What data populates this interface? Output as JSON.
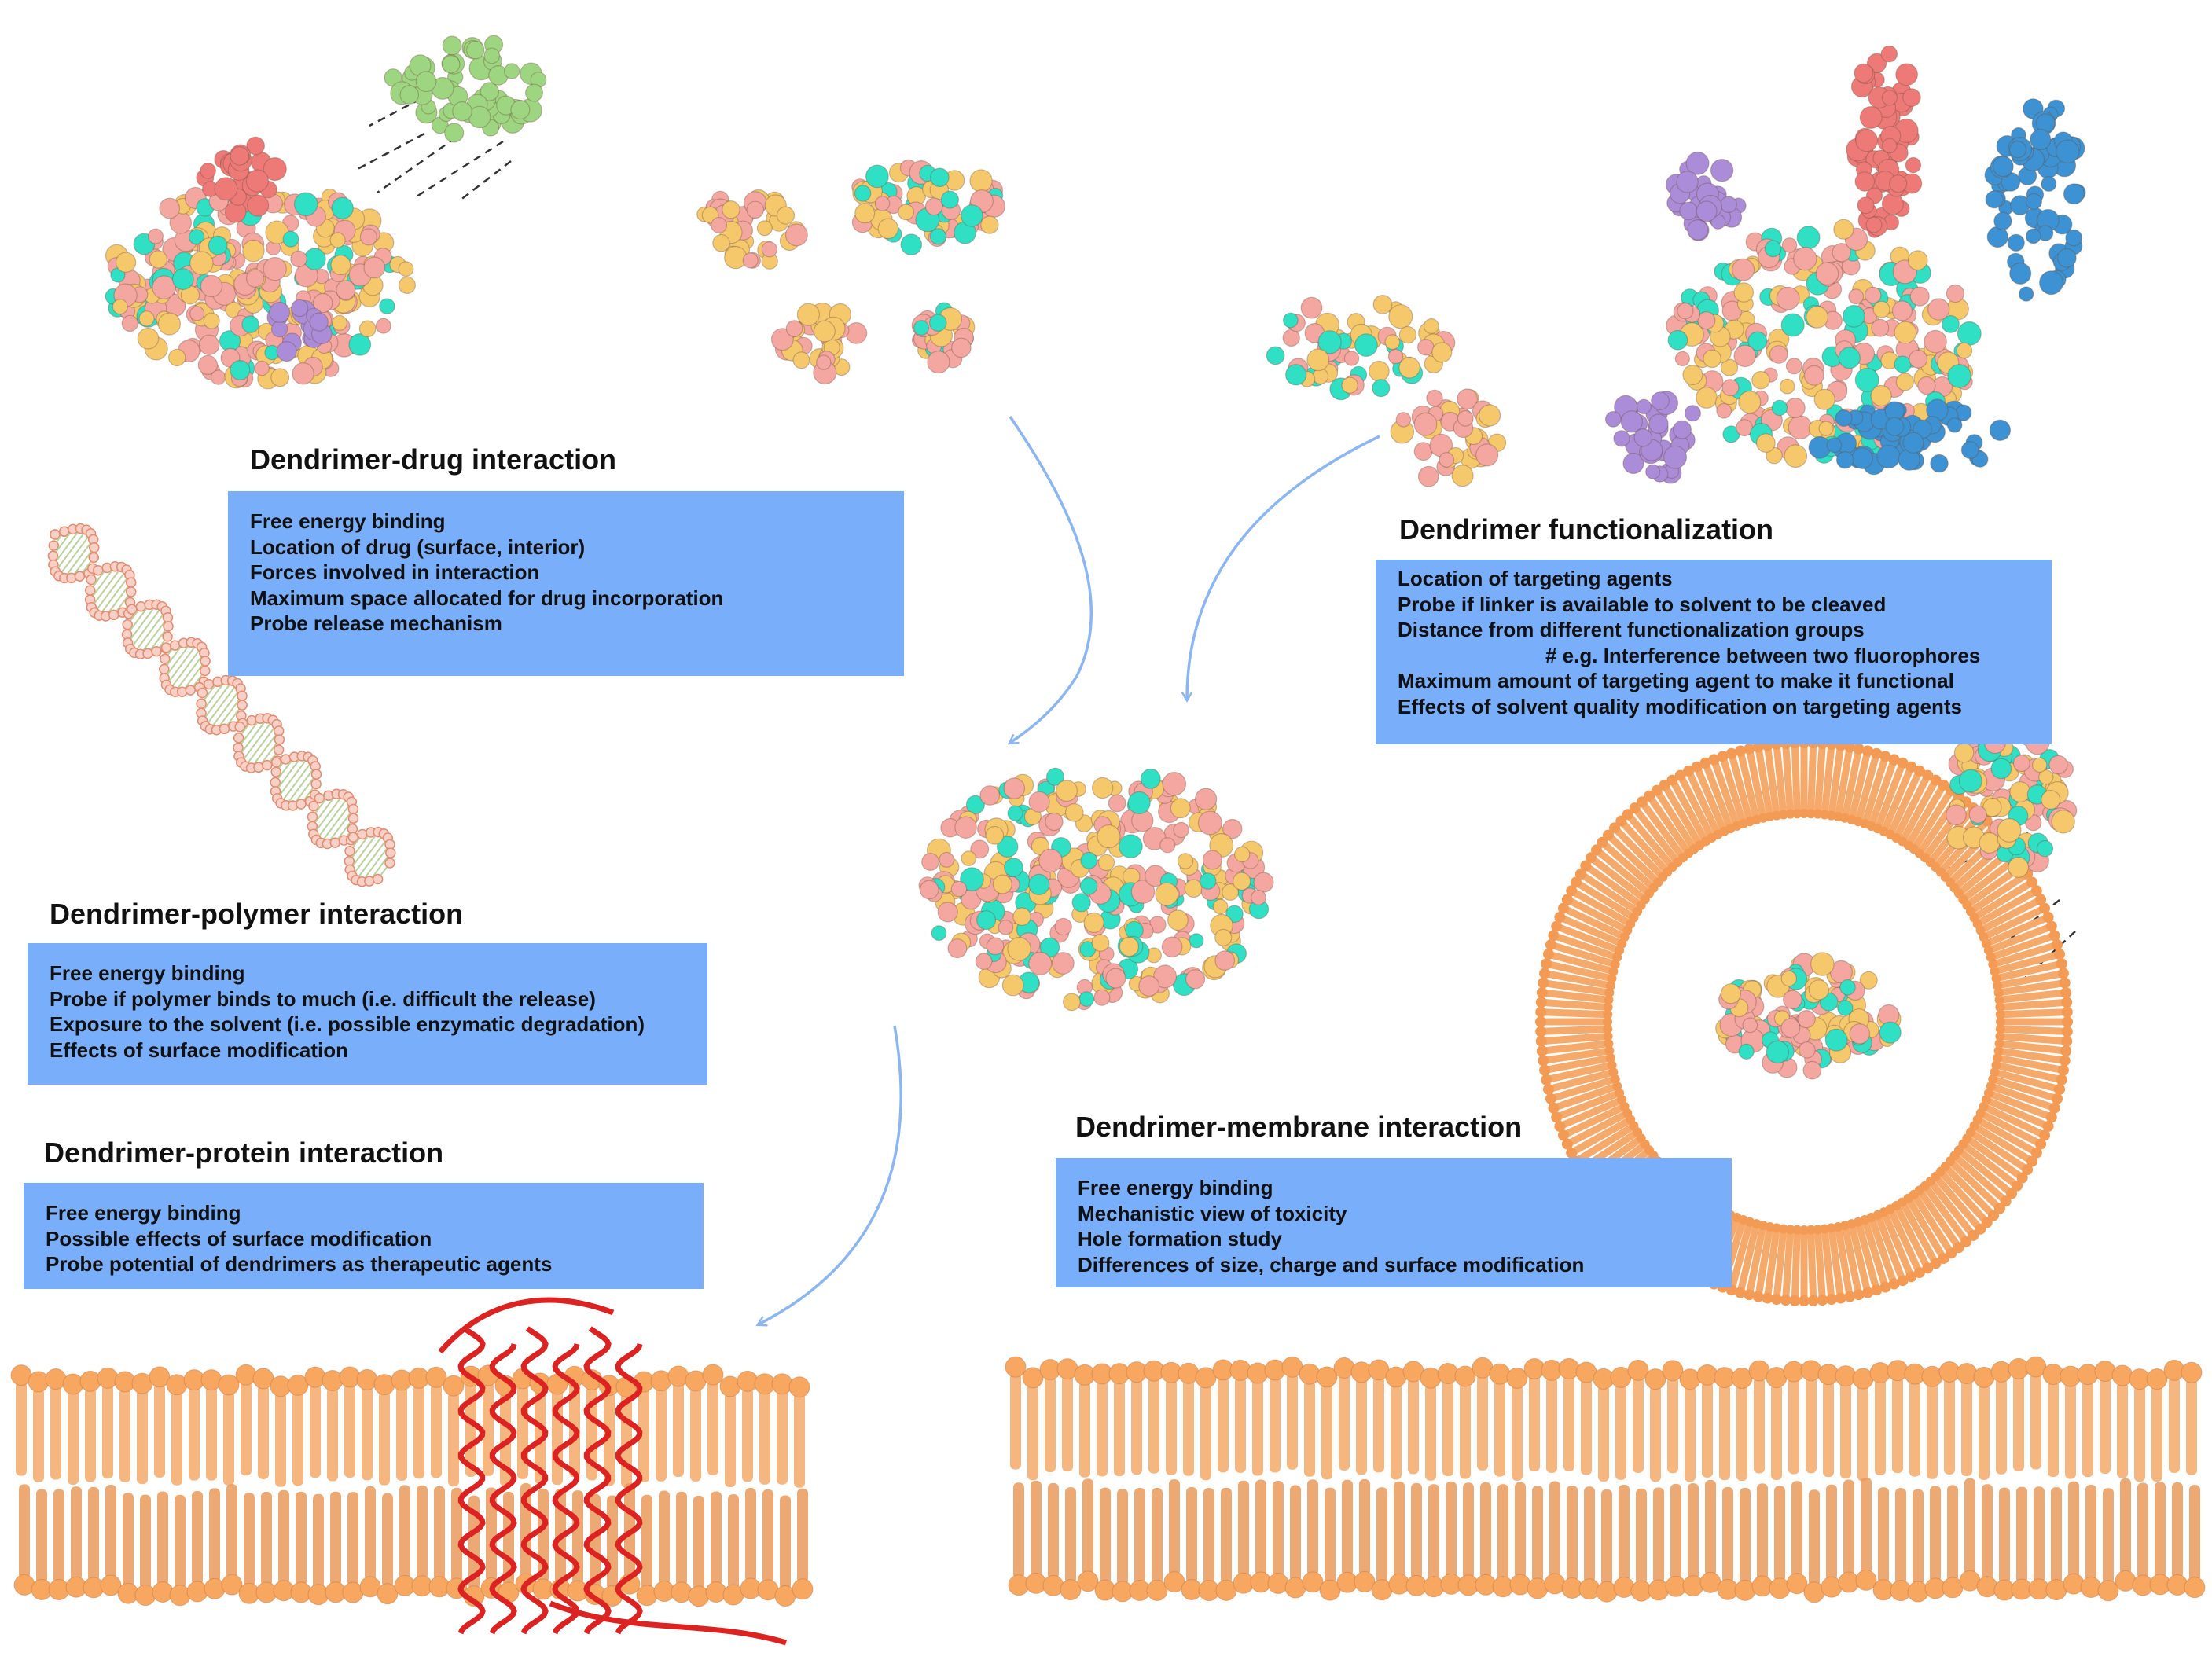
{
  "colors": {
    "box_fill": "#79aefb",
    "arrow": "#8ab6f3",
    "molecule_pink": "#f4a6a0",
    "molecule_yellow": "#f6c86c",
    "molecule_cyan": "#2fe0c4",
    "ligand_green": "#9ed580",
    "ligand_red": "#ee7a78",
    "ligand_purple": "#ab8cd8",
    "ligand_blue": "#3c92d2",
    "lipid_orange": "#f5a96a",
    "protein_red": "#dd2222"
  },
  "sections": {
    "drug": {
      "title": "Dendrimer-drug interaction",
      "items": [
        "Free energy binding",
        "Location of drug (surface, interior)",
        "Forces involved in interaction",
        "Maximum space allocated for drug incorporation",
        "Probe release mechanism"
      ]
    },
    "functionalization": {
      "title": "Dendrimer functionalization",
      "items": [
        "Location of targeting agents",
        "Probe if linker is available to solvent to be cleaved",
        "Distance from different functionalization groups",
        "# e.g. Interference between two fluorophores",
        "Maximum amount of targeting agent to make it functional",
        "Effects of solvent quality modification on targeting agents"
      ]
    },
    "polymer": {
      "title": "Dendrimer-polymer interaction",
      "items": [
        "Free energy binding",
        "Probe if polymer binds to much (i.e. difficult the release)",
        "Exposure to the solvent (i.e. possible enzymatic degradation)",
        "Effects of surface modification"
      ]
    },
    "protein": {
      "title": "Dendrimer-protein interaction",
      "items": [
        "Free energy binding",
        "Possible effects of surface modification",
        "Probe potential of dendrimers as therapeutic agents"
      ]
    },
    "membrane": {
      "title": "Dendrimer-membrane interaction",
      "items": [
        "Free energy binding",
        "Mechanistic view of toxicity",
        "Hole formation study",
        "Differences of size, charge and surface modification"
      ]
    }
  }
}
